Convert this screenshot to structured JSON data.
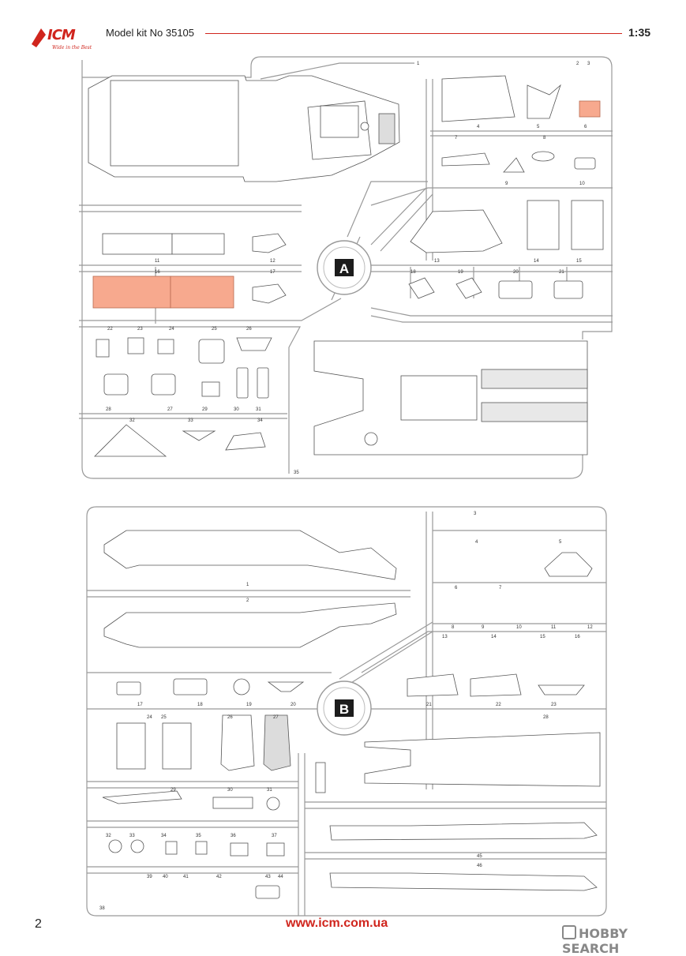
{
  "header": {
    "brand": "ICM",
    "slogan": "Wide in the Best",
    "model": "Model kit No 35105",
    "scale": "1:35"
  },
  "sprue_a": {
    "letter": "A",
    "part_numbers": [
      "1",
      "2",
      "3",
      "4",
      "5",
      "6",
      "7",
      "8",
      "9",
      "10",
      "11",
      "12",
      "13",
      "14",
      "15",
      "16",
      "17",
      "18",
      "19",
      "20",
      "21",
      "22",
      "23",
      "24",
      "25",
      "26",
      "27",
      "28",
      "29",
      "30",
      "31",
      "32",
      "33",
      "34",
      "35"
    ]
  },
  "sprue_b": {
    "letter": "B",
    "part_numbers": [
      "1",
      "2",
      "3",
      "4",
      "5",
      "6",
      "7",
      "8",
      "9",
      "10",
      "11",
      "12",
      "13",
      "14",
      "15",
      "16",
      "17",
      "18",
      "19",
      "20",
      "21",
      "22",
      "23",
      "24",
      "25",
      "26",
      "27",
      "28",
      "29",
      "30",
      "31",
      "32",
      "33",
      "34",
      "35",
      "36",
      "37",
      "38",
      "39",
      "40",
      "41",
      "42",
      "43",
      "44",
      "45",
      "46"
    ]
  },
  "highlight_color": "#f7a98e",
  "footer": {
    "page": "2",
    "url": "www.icm.com.ua",
    "watermark": "HOBBY SEARCH"
  }
}
